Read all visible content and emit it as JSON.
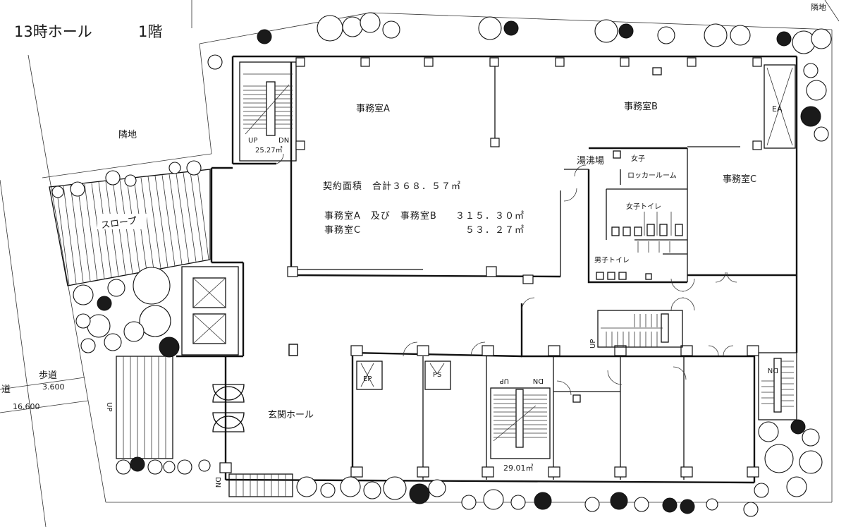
{
  "title": {
    "hall": "13時ホール",
    "floor": "1階"
  },
  "labels": {
    "neighbor_left": "隣地",
    "neighbor_top_right": "隣地",
    "slope": "スロープ",
    "office_a": "事務室A",
    "office_b": "事務室B",
    "office_c": "事務室C",
    "kitchenette": "湯沸場",
    "women_locker_1": "女子",
    "women_locker_2": "ロッカールーム",
    "women_toilet": "女子トイレ",
    "men_toilet": "男子トイレ",
    "entrance_hall": "玄関ホール",
    "ea": "EA",
    "ep": "EP",
    "ps": "PS",
    "sidewalk": "歩道",
    "road": "道",
    "up": "UP",
    "dn": "DN"
  },
  "areas": {
    "stair_nw": "25.27㎡",
    "stair_center": "29.01㎡"
  },
  "contract": {
    "total_label": "契約面積　合計３６８．５７㎡",
    "ab_label": "事務室A　及び　事務室B",
    "ab_value": "３１５．３０㎡",
    "c_label": "事務室C",
    "c_value": "５３．２７㎡"
  },
  "dimensions": {
    "sidewalk_width": "3.600",
    "road_width": "16.600"
  }
}
